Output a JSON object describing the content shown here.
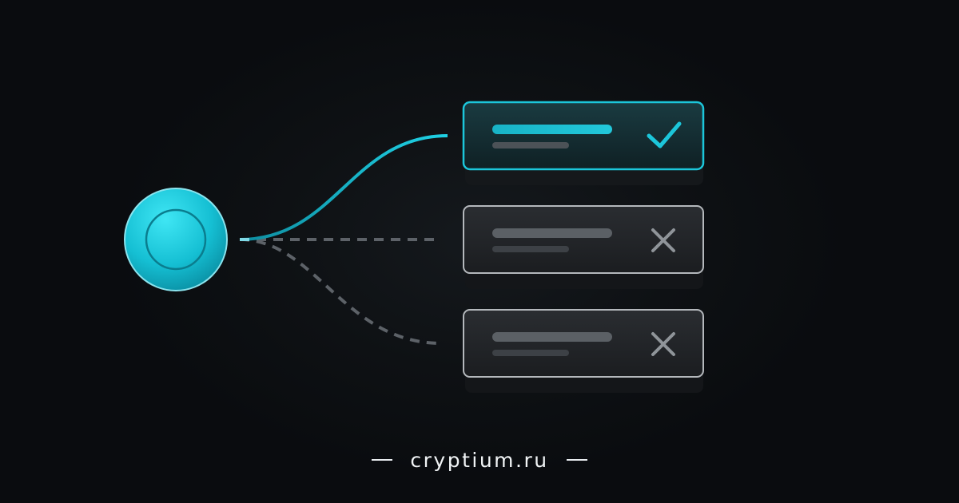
{
  "brand": {
    "text": "cryptium.ru"
  },
  "options": [
    {
      "state": "selected",
      "icon": "check-icon"
    },
    {
      "state": "rejected",
      "icon": "close-icon"
    },
    {
      "state": "rejected",
      "icon": "close-icon"
    }
  ],
  "colors": {
    "accent": "#1cc6da",
    "accent_dark": "#0e8ea1",
    "neutral_line": "#5d6268",
    "card_border": "#b4b8bc",
    "background": "#0b0d10"
  }
}
